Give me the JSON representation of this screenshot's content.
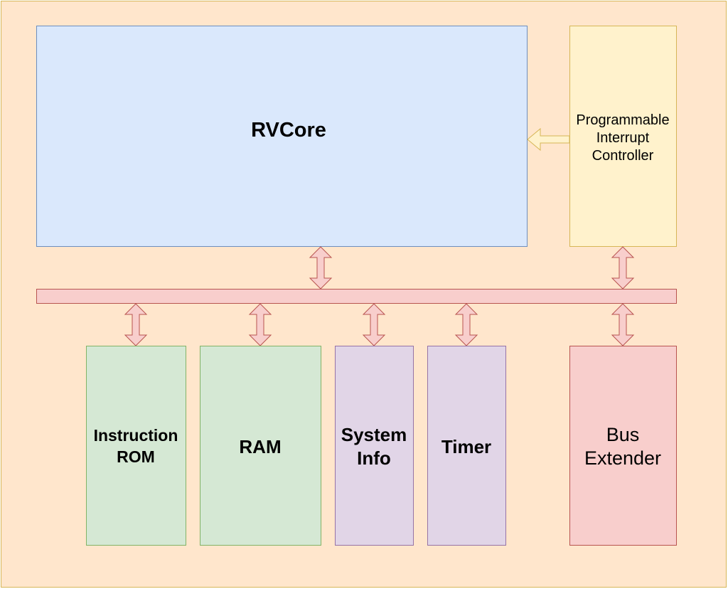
{
  "blocks": {
    "rvcore": "RVCore",
    "pic": [
      "Programmable",
      "Interrupt",
      "Controller"
    ],
    "instruction_rom": [
      "Instruction",
      "ROM"
    ],
    "ram": "RAM",
    "system_info": [
      "System",
      "Info"
    ],
    "timer": "Timer",
    "bus_extender": [
      "Bus",
      "Extender"
    ]
  },
  "colors": {
    "background": "#ffe6cc",
    "background_border": "#d6b656",
    "core_fill": "#dae8fc",
    "core_border": "#6c8ebf",
    "pic_fill": "#fff2cc",
    "pic_border": "#d6b656",
    "bus_fill": "#f8cecc",
    "bus_border": "#b85450",
    "memory_fill": "#d5e8d4",
    "memory_border": "#82b366",
    "peripheral_fill": "#e1d5e7",
    "peripheral_border": "#9673a6"
  }
}
